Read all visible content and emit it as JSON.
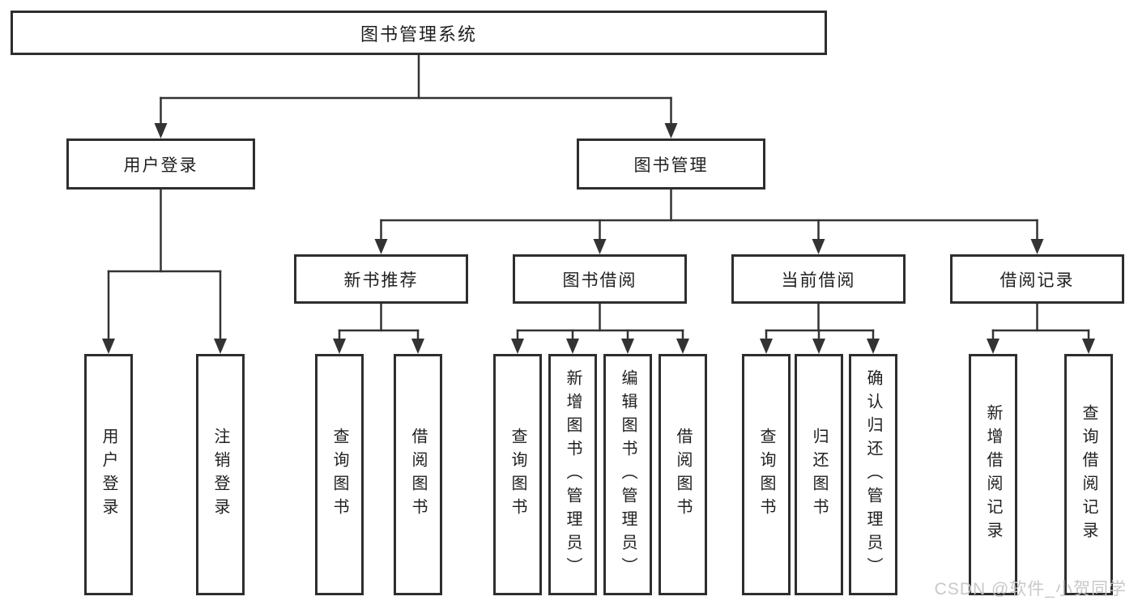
{
  "tree": {
    "label": "图书管理系统",
    "children": [
      {
        "label": "用户登录",
        "children": [
          {
            "label": "用户登录"
          },
          {
            "label": "注销登录"
          }
        ]
      },
      {
        "label": "图书管理",
        "children": [
          {
            "label": "新书推荐",
            "children": [
              {
                "label": "查询图书"
              },
              {
                "label": "借阅图书"
              }
            ]
          },
          {
            "label": "图书借阅",
            "children": [
              {
                "label": "查询图书"
              },
              {
                "label": "新增图书（管理员）"
              },
              {
                "label": "编辑图书（管理员）"
              },
              {
                "label": "借阅图书"
              }
            ]
          },
          {
            "label": "当前借阅",
            "children": [
              {
                "label": "查询图书"
              },
              {
                "label": "归还图书"
              },
              {
                "label": "确认归还（管理员）"
              }
            ]
          },
          {
            "label": "借阅记录",
            "children": [
              {
                "label": "新增借阅记录"
              },
              {
                "label": "查询借阅记录"
              }
            ]
          }
        ]
      }
    ]
  },
  "watermark": {
    "text": "CSDN @软件_小贺同学"
  },
  "colors": {
    "line": "#333333",
    "box_border": "#2e2e2e",
    "text": "#1f1f1f",
    "background": "#ffffff",
    "watermark": "#c6c6c6"
  }
}
